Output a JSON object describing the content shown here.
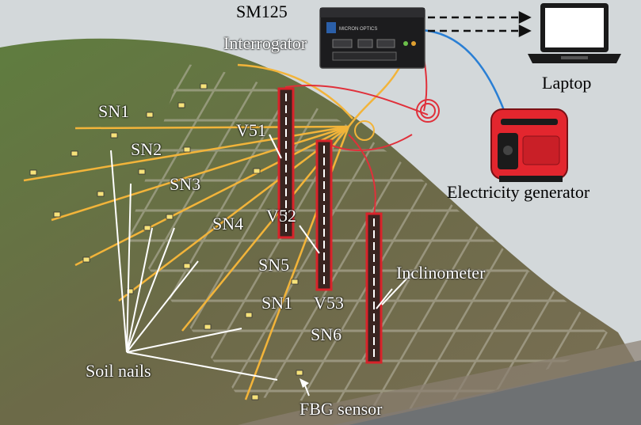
{
  "labels": {
    "sm125": "SM125",
    "interrogator": "Interrogator",
    "laptop": "Laptop",
    "generator": "Electricity generator",
    "sn1": "SN1",
    "sn2": "SN2",
    "sn3": "SN3",
    "sn4": "SN4",
    "sn5": "SN5",
    "sn1b": "SN1",
    "sn6": "SN6",
    "v51": "V51",
    "v52": "V52",
    "v53": "V53",
    "inclinometer": "Inclinometer",
    "soil_nails": "Soil nails",
    "fbg_sensor": "FBG sensor"
  },
  "device": {
    "brand": "MICRON OPTICS"
  },
  "colors": {
    "fiber_orange": "#f2b43a",
    "fiber_red": "#e0303a",
    "fiber_blue": "#2a7fd4",
    "inclinometer_frame": "#d8232a",
    "annotation_line": "#ffffff",
    "slope_green": "#4f6b35",
    "ground": "#6b6e70",
    "sky": "#cfd4d6"
  }
}
